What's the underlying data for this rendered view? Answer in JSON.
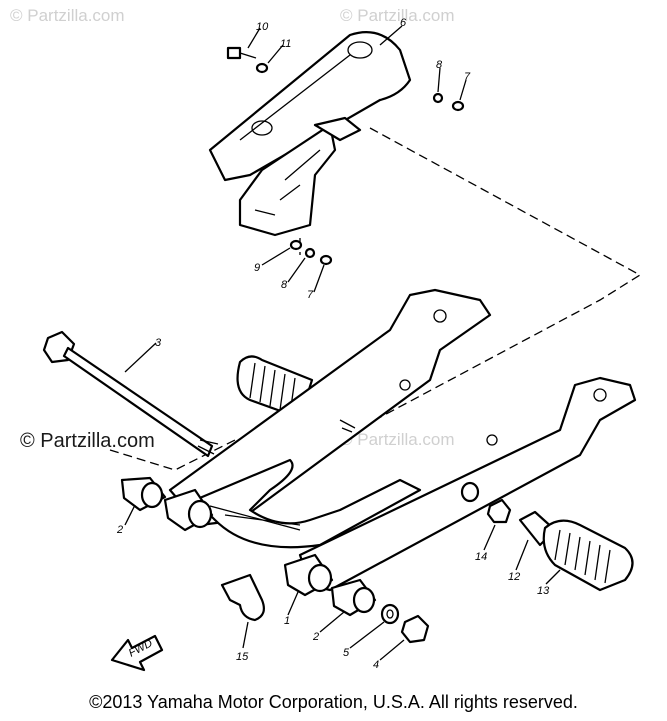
{
  "watermarks": [
    {
      "text": "© Partzilla.com"
    },
    {
      "text": "© Partzilla.com"
    },
    {
      "text": "© Partzilla.com"
    }
  ],
  "brand_text": "© Partzilla.com",
  "copyright": "©2013 Yamaha Motor Corporation, U.S.A. All rights reserved.",
  "fwd_label": "FWD",
  "callouts": [
    "10",
    "11",
    "6",
    "8",
    "7",
    "9",
    "8",
    "7",
    "3",
    "2",
    "14",
    "12",
    "13",
    "1",
    "2",
    "5",
    "4",
    "15"
  ]
}
